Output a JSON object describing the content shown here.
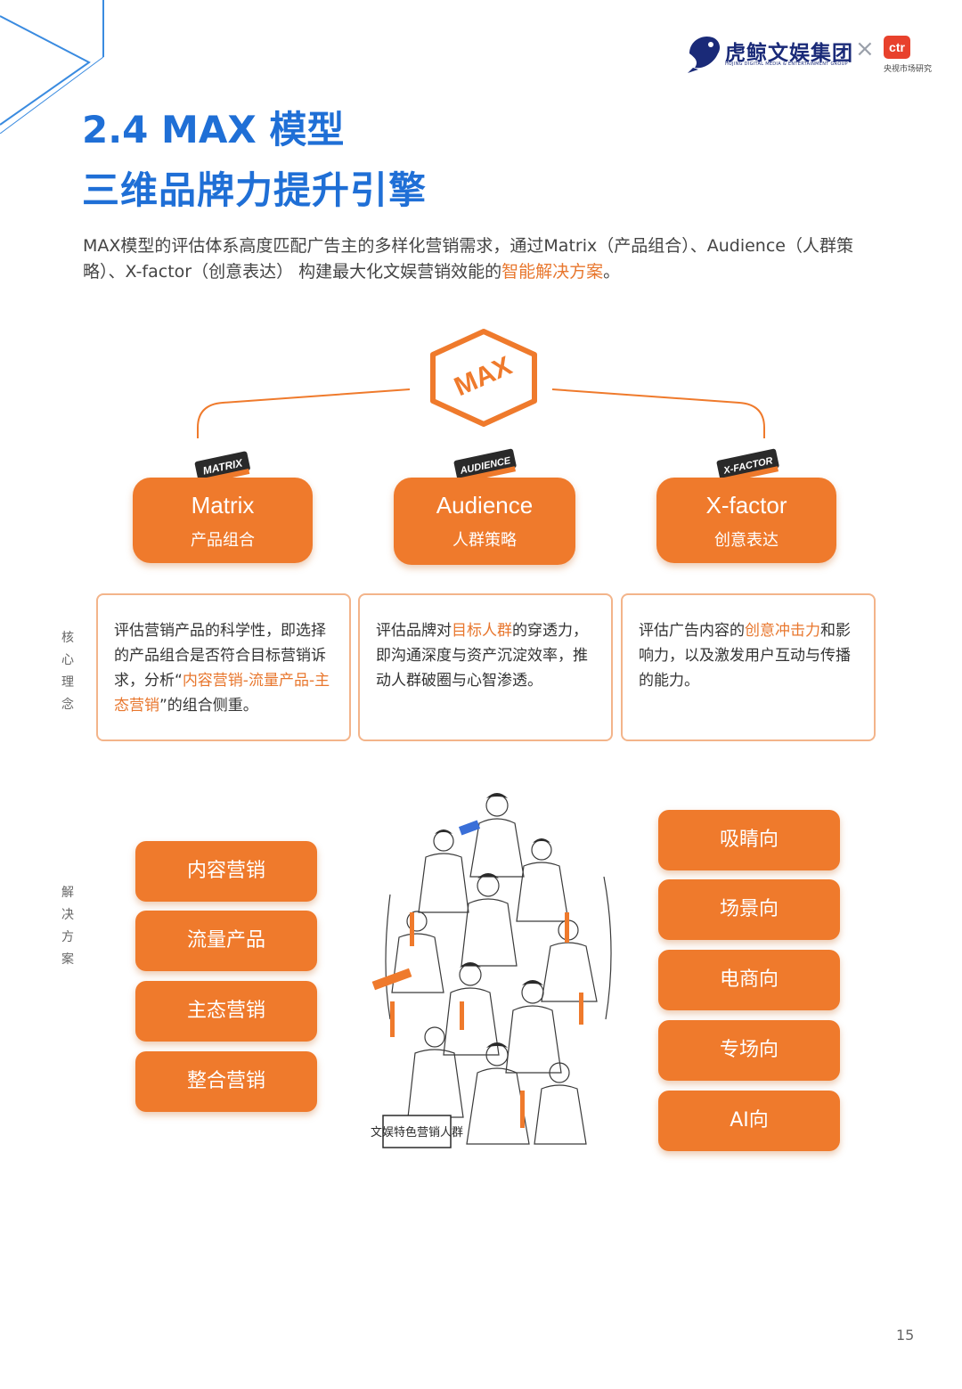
{
  "header": {
    "brand_name": "虎鲸文娱集团",
    "brand_sub": "HUJING DIGITAL MEDIA & ENTERTAINMENT GROUP",
    "separator": "×",
    "partner_logo": "ctr",
    "partner_name": "央视市场研究"
  },
  "title": {
    "line1": "2.4 MAX 模型",
    "line2": "三维品牌力提升引擎"
  },
  "intro": {
    "text_a": "MAX模型的评估体系高度匹配广告主的多样化营销需求，通过Matrix（产品组合）、Audience（人群策略）、X-factor（创意表达） 构建最大化文娱营销效能的",
    "highlight": "智能解决方案",
    "text_b": "。"
  },
  "center_logo": "MAX",
  "pillars": [
    {
      "badge": "MATRIX",
      "title": "Matrix",
      "subtitle": "产品组合"
    },
    {
      "badge": "AUDIENCE",
      "title": "Audience",
      "subtitle": "人群策略"
    },
    {
      "badge": "X-FACTOR",
      "title": "X-factor",
      "subtitle": "创意表达"
    }
  ],
  "core_label": "核心理念",
  "concepts": [
    {
      "pre": "评估营销产品的科学性，即选择的产品组合是否符合目标营销诉求，分析“",
      "highlight": "内容营销-流量产品-主态营销",
      "post": "”的组合侧重。"
    },
    {
      "pre": "评估品牌对",
      "highlight": "目标人群",
      "post": "的穿透力，即沟通深度与资产沉淀效率，推动人群破圈与心智渗透。"
    },
    {
      "pre": "评估广告内容的",
      "highlight": "创意冲击力",
      "post": "和影响力，以及激发用户互动与传播的能力。"
    }
  ],
  "solution_label": "解决方案",
  "left_solutions": [
    "内容营销",
    "流量产品",
    "主态营销",
    "整合营销"
  ],
  "right_solutions": [
    "吸睛向",
    "场景向",
    "电商向",
    "专场向",
    "AI向"
  ],
  "illustration_caption": "文娱特色营销人群",
  "colors": {
    "title_blue": "#1f6fd6",
    "accent_orange": "#ef7a2c",
    "border_orange": "#f3b48a"
  },
  "page_number": "15"
}
